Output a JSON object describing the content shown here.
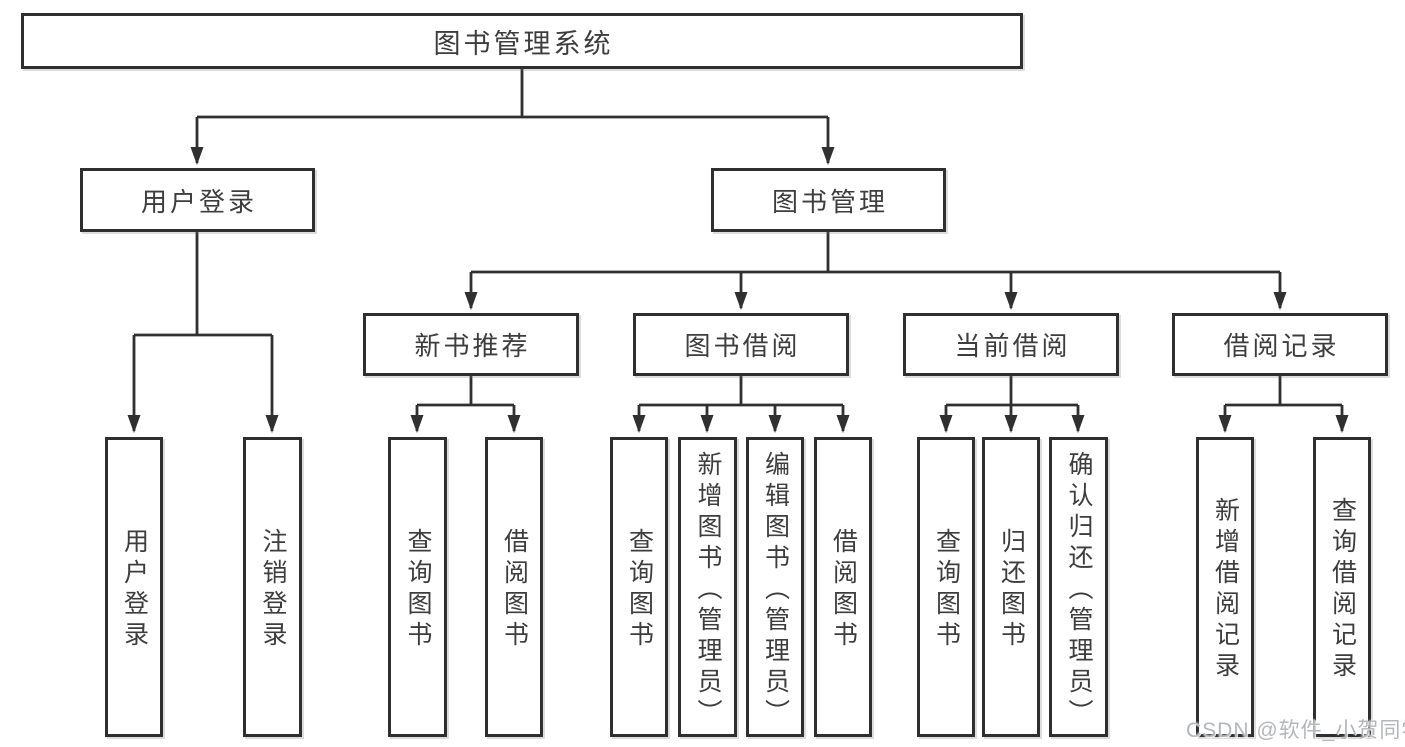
{
  "diagram_type": "hierarchy-tree",
  "watermark": "CSDN @软件_小贺同学",
  "colors": {
    "line": "#303030",
    "box_border": "#2f2f2f",
    "text": "#3d3d3d",
    "watermark": "#b3b7ba",
    "background": "#ffffff"
  },
  "tree": {
    "label": "图书管理系统",
    "children": [
      {
        "label": "用户登录",
        "children": [
          {
            "label": "用户登录"
          },
          {
            "label": "注销登录"
          }
        ]
      },
      {
        "label": "图书管理",
        "children": [
          {
            "label": "新书推荐",
            "children": [
              {
                "label": "查询图书"
              },
              {
                "label": "借阅图书"
              }
            ]
          },
          {
            "label": "图书借阅",
            "children": [
              {
                "label": "查询图书"
              },
              {
                "label": "新增图书（管理员）"
              },
              {
                "label": "编辑图书（管理员）"
              },
              {
                "label": "借阅图书"
              }
            ]
          },
          {
            "label": "当前借阅",
            "children": [
              {
                "label": "查询图书"
              },
              {
                "label": "归还图书"
              },
              {
                "label": "确认归还（管理员）"
              }
            ]
          },
          {
            "label": "借阅记录",
            "children": [
              {
                "label": "新增借阅记录"
              },
              {
                "label": "查询借阅记录"
              }
            ]
          }
        ]
      }
    ]
  }
}
